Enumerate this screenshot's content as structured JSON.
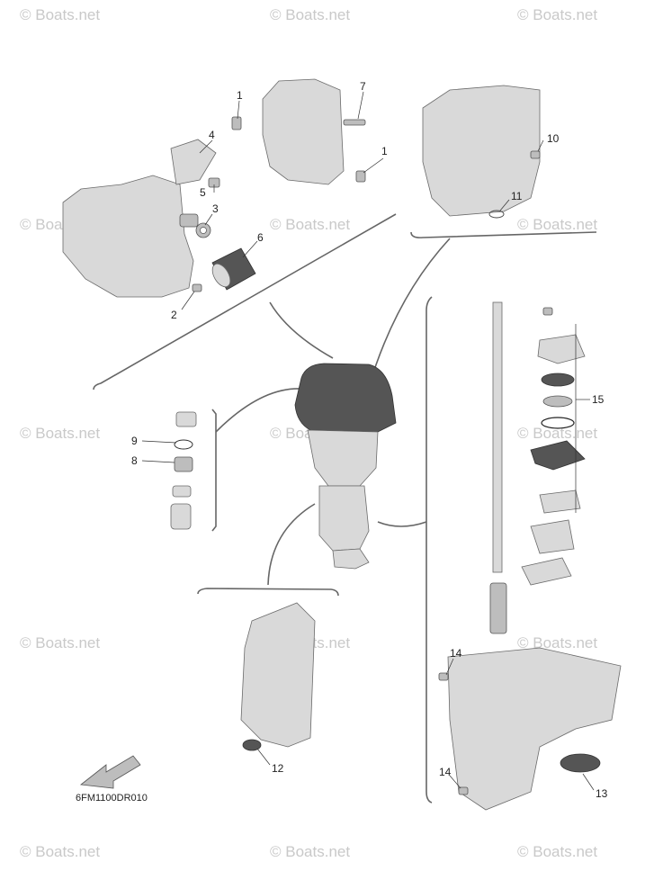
{
  "diagram": {
    "code": "6FM1100DR010",
    "watermark": "© Boats.net",
    "callouts": [
      "1",
      "7",
      "4",
      "1",
      "5",
      "3",
      "6",
      "2",
      "10",
      "11",
      "15",
      "9",
      "8",
      "14",
      "12",
      "14",
      "13"
    ]
  }
}
